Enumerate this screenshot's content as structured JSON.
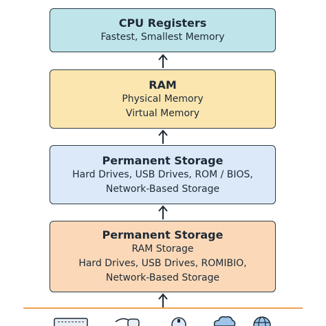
{
  "colors": {
    "cpu_box": "#bfe5ea",
    "ram_box": "#fbe6b0",
    "perm_box": "#dce9f8",
    "perm2_box": "#fbd9b8",
    "baseline": "#f0a050",
    "border": "#2d3a45"
  },
  "boxes": [
    {
      "title": "CPU Registers",
      "lines": [
        "Fastest, Smallest Memory"
      ]
    },
    {
      "title": "RAM",
      "lines": [
        "Physical Memory",
        "Virtual Memory"
      ]
    },
    {
      "title": "Permanent Storage",
      "lines": [
        "Hard Drives, USB Drives, ROM / BIOS,",
        "Network-Based Storage"
      ]
    },
    {
      "title": "Permanent Storage",
      "lines": [
        "RAM Storage",
        "Hard Drives, USB Drives, ROMIBIO,",
        "Network-Based Storage"
      ]
    }
  ],
  "bottom_icons": [
    "keyboard-icon",
    "mouse-icon",
    "usb-drive-icon",
    "cloud-icon",
    "globe-icon"
  ]
}
